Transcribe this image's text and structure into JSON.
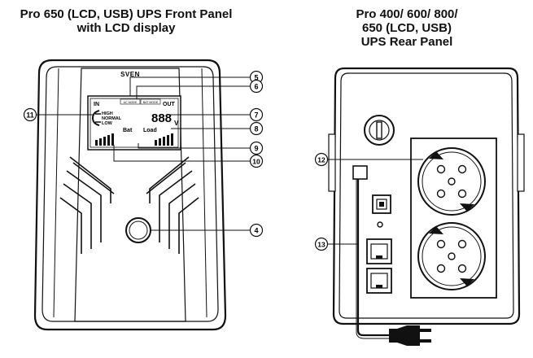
{
  "front_panel": {
    "title_line1": "Pro 650 (LCD, USB) UPS Front Panel",
    "title_line2": "with LCD display",
    "brand_logo": "SVEN",
    "lcd": {
      "in_label": "IN",
      "out_label": "OUT",
      "ac_mode": "AC MODE",
      "bat_mode": "BAT MODE",
      "level_high": "HIGH",
      "level_normal": "NORMAL",
      "level_low": "LOW",
      "digits": "888",
      "unit": "V",
      "bat_label": "Bat",
      "load_label": "Load"
    },
    "callouts": [
      "11",
      "5",
      "6",
      "7",
      "8",
      "9",
      "10",
      "4"
    ]
  },
  "rear_panel": {
    "title_line1": "Pro 400/ 600/ 800/",
    "title_line2": "650 (LCD, USB)",
    "title_line3": "UPS Rear Panel",
    "callouts": [
      "12",
      "13"
    ]
  },
  "icons": [
    "plug-icon",
    "usb-port-icon",
    "fuse-icon",
    "socket-icon",
    "rj45-port-icon"
  ]
}
